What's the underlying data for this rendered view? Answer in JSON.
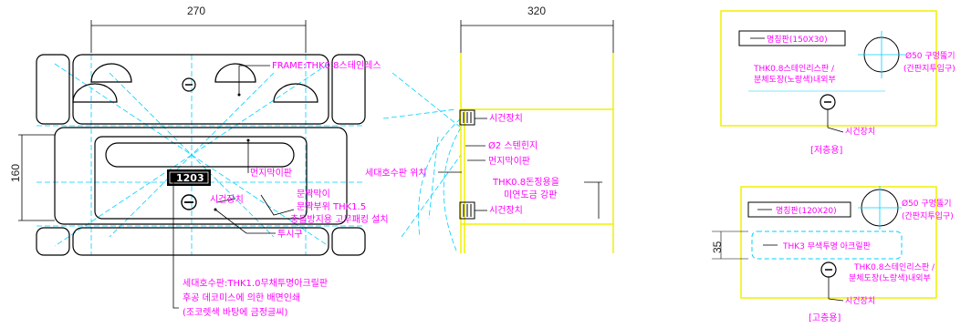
{
  "panel_a": {
    "dim_width": "270",
    "dim_height": "160",
    "frame_label": "FRAME:THK0.8스테인레스",
    "dust_plate_label": "먼지막이판",
    "number_badge": "1203",
    "inspection_label": "시건장치",
    "door_line1": "문짝막이",
    "door_line2": "문짝부위 THK1.5",
    "door_line3": "충돌방지용 고무패킹 설치",
    "inspection_hole_label": "투시구",
    "note_line1": "세대호수판:THK1.0무채투명아크릴판",
    "note_line2": "후공 데코미스에 의한 배면인쇄",
    "note_line3": "(조코렛색 바탕에 금정글씨)"
  },
  "panel_b": {
    "dim_width": "320",
    "lock_top_label": "시건장치",
    "hinge_label": "Ø2 스텐힌지",
    "dust_plate_label": "먼지막이판",
    "unit_number_label": "세대호수판 위치",
    "thk_line1": "THK0.8돈징용을",
    "thk_line2": "미연도금 강판",
    "lock_bottom_label": "시건장치"
  },
  "panel_c": {
    "nameplate_label": "명칭판(150X30)",
    "hole_line1": "Ø50 구멍뚫기",
    "hole_line2": "(간판지투입구)",
    "paint_line1": "THK0.8스테인리스판 /",
    "paint_line2": "분체도장(노랑색)내외부",
    "lock_label": "시건장치",
    "floor_label": "[저층용]"
  },
  "panel_d": {
    "nameplate_label": "명칭판(120X20)",
    "hole_line1": "Ø50 구멍뚫기",
    "hole_line2": "(간판지투입구)",
    "acrylic_label": "THK3 무색투명 아크릴판",
    "dim_35": "35",
    "paint_line1": "THK0.8스테인리스판 /",
    "paint_line2": "분체도장(노랑색)내외부",
    "lock_label": "시건장치",
    "floor_label": "[고층용]"
  },
  "colors": {
    "outline": "#000000",
    "centerline": "#00d0ff",
    "label": "#ff00ff",
    "yellow": "#f0f000",
    "dimension": "#222222"
  }
}
